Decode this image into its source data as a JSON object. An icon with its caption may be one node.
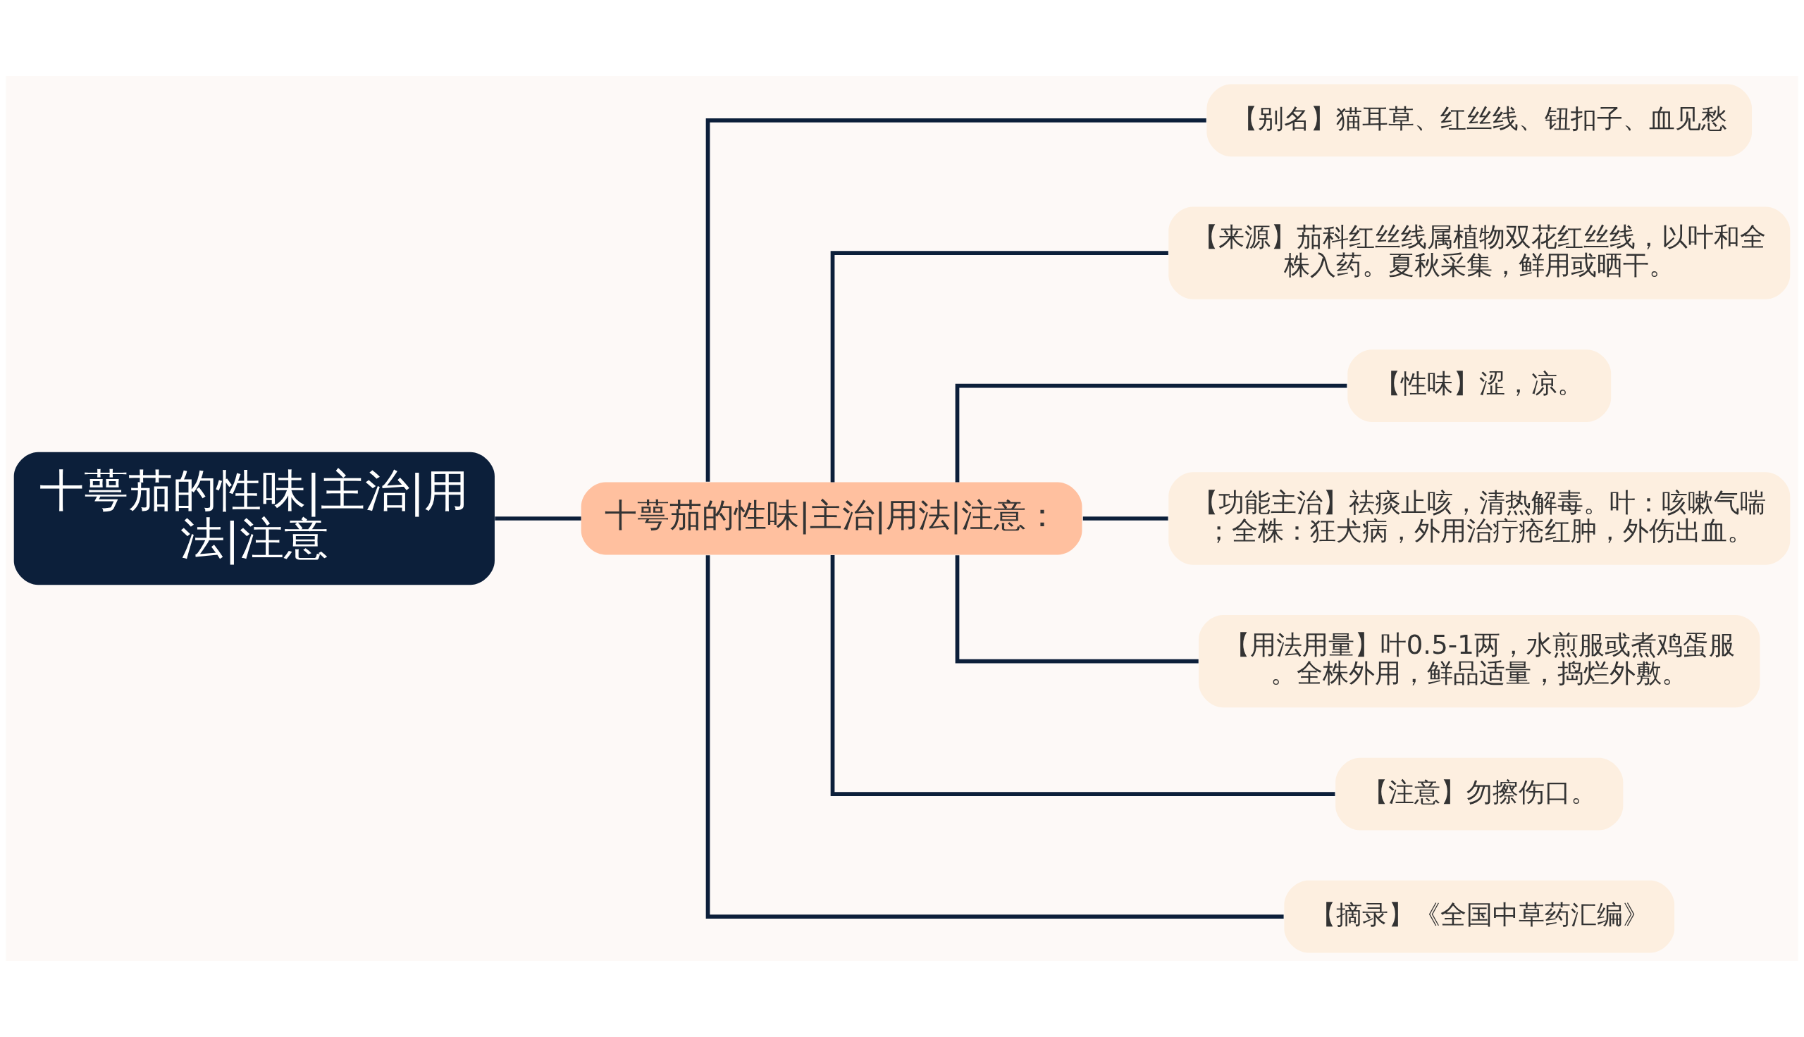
{
  "diagram": {
    "nodes": [
      {
        "text": [
          "十萼茄的性味|主治|用法|注意"
        ]
      },
      {
        "text": [
          "十萼茄的性味|主治|用法|注意："
        ]
      },
      {
        "text": [
          "【别名】猫耳草、红丝线、钮扣子、血见愁"
        ]
      },
      {
        "text": [
          "【来源】茄科红丝线属植物双花红丝线，以叶和全株入药。夏秋采集，鲜用或晒干。"
        ]
      },
      {
        "text": [
          "【性味】涩，凉。"
        ]
      },
      {
        "text": [
          "【功能主治】祛痰止咳，清热解毒。叶：咳嗽气喘；全株：狂犬病，外用治疔疮红肿，外伤出血。"
        ]
      },
      {
        "text": [
          "【用法用量】叶0.5-1两，水煎服或煮鸡蛋服。全株外用，鲜品适量，捣烂外敷。"
        ]
      },
      {
        "text": [
          "【注意】勿擦伤口。"
        ]
      },
      {
        "text": [
          "【摘录】《全国中草药汇编》"
        ]
      }
    ],
    "edges": [
      {
        "from": 0,
        "to": 1,
        "arrow": "none"
      },
      {
        "from": 1,
        "to": 2,
        "arrow": "none"
      },
      {
        "from": 1,
        "to": 3,
        "arrow": "none"
      },
      {
        "from": 1,
        "to": 4,
        "arrow": "none"
      },
      {
        "from": 1,
        "to": 5,
        "arrow": "none"
      },
      {
        "from": 1,
        "to": 6,
        "arrow": "none"
      },
      {
        "from": 1,
        "to": 7,
        "arrow": "none"
      },
      {
        "from": 1,
        "to": 8,
        "arrow": "none"
      }
    ]
  }
}
